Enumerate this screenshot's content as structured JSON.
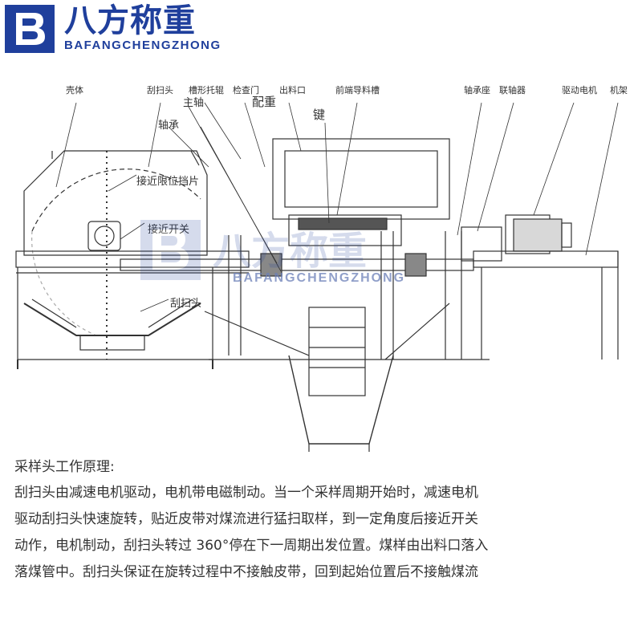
{
  "brand": {
    "logo_letter": "B",
    "name": "八方称重",
    "subtitle": "BAFANGCHENGZHONG",
    "color": "#1f3f9c"
  },
  "diagram": {
    "labels": {
      "shell": "壳体",
      "scraper_head": "刮扫头",
      "trough_idler": "槽形托辊",
      "inspection_door": "检查门",
      "outlet": "出料口",
      "front_chute": "前端导料槽",
      "bearing_seat": "轴承座",
      "coupling": "联轴器",
      "drive_motor": "驱动电机",
      "frame": "机架",
      "main_shaft": "主轴",
      "counterweight": "配重",
      "key": "键",
      "bearing": "轴承",
      "proximity_plate": "接近限位挡片",
      "proximity_switch": "接近开关",
      "scraper_lower": "刮扫头"
    },
    "watermark": "BAFANGCHENGZHONG"
  },
  "text": {
    "title": "采样头工作原理:",
    "lines": [
      "刮扫头由减速电机驱动，电机带电磁制动。当一个采样周期开始时，减速电机",
      "驱动刮扫头快速旋转，贴近皮带对煤流进行猛扫取样，到一定角度后接近开关",
      "动作，电机制动，刮扫头转过 360°停在下一周期出发位置。煤样由出料口落入",
      "落煤管中。刮扫头保证在旋转过程中不接触皮带，回到起始位置后不接触煤流"
    ]
  }
}
